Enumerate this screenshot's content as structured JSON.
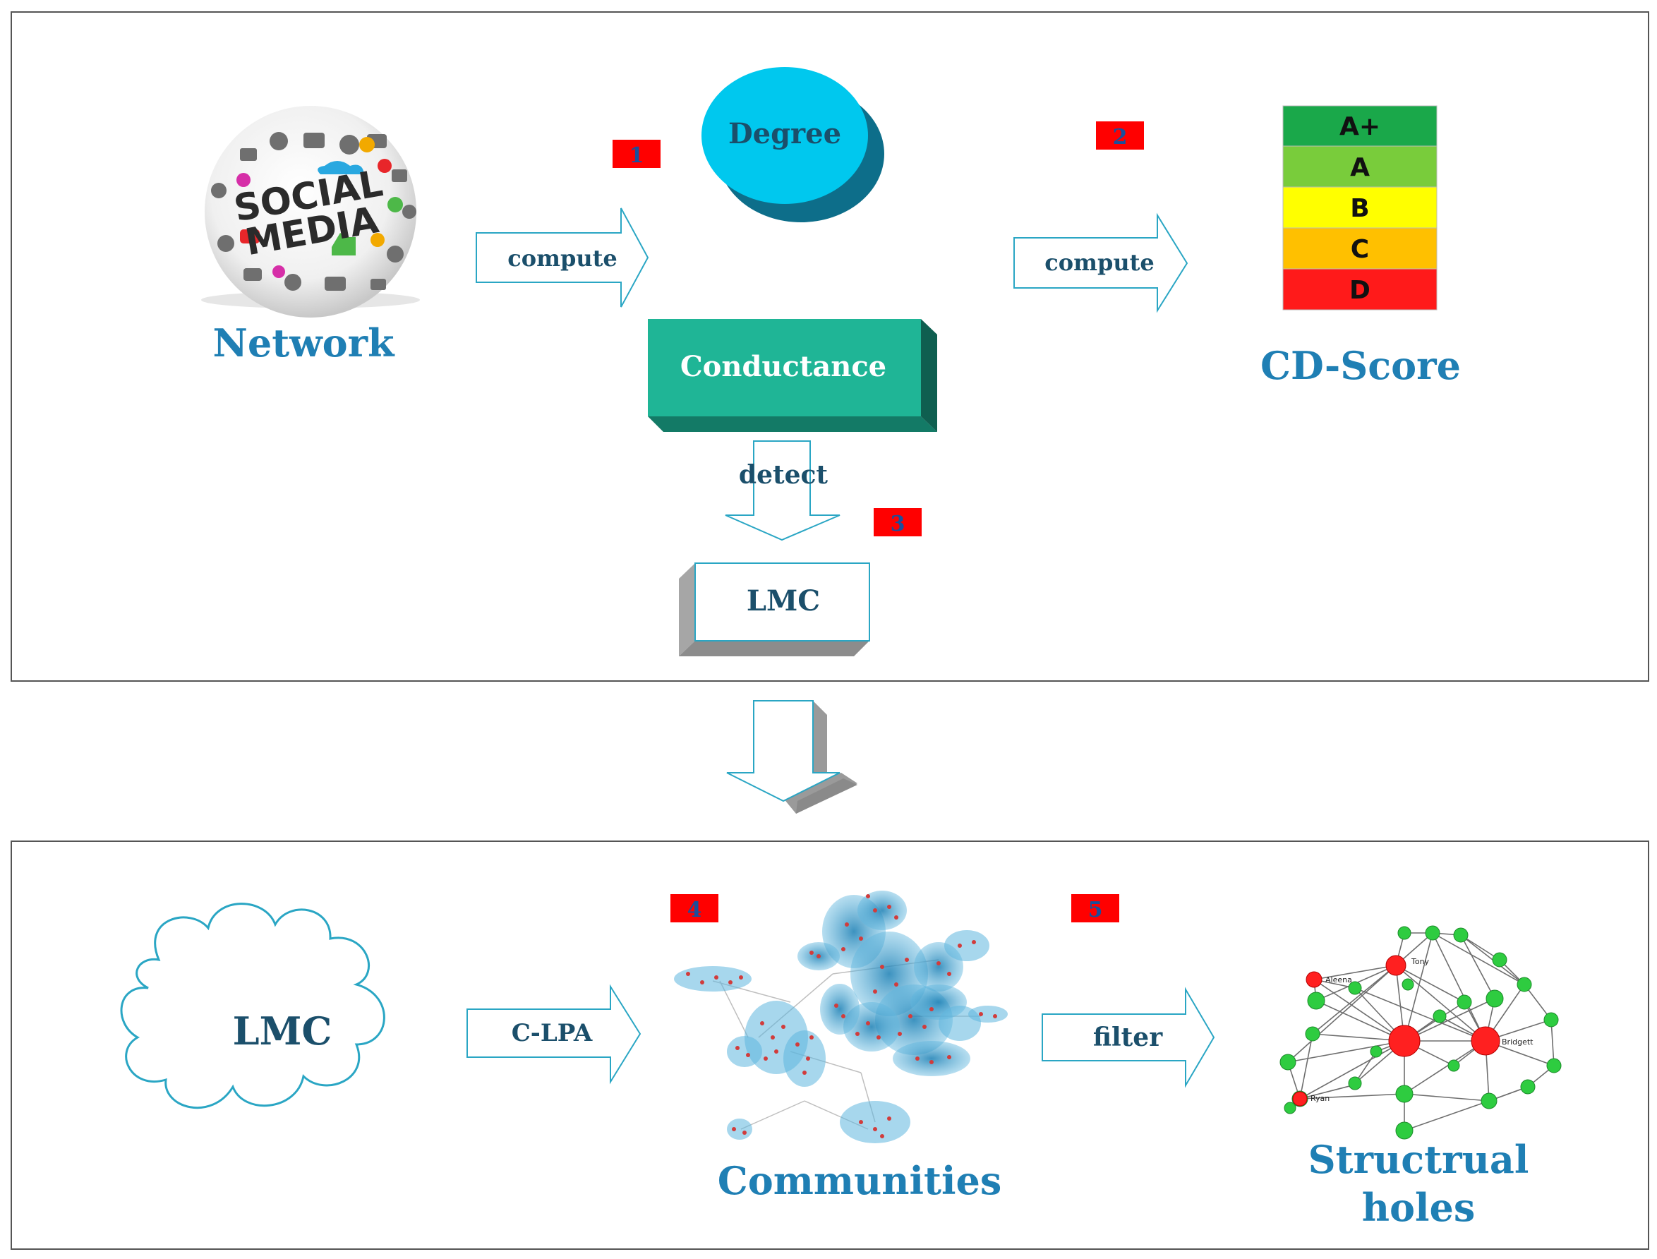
{
  "colors": {
    "panel_border": "#555555",
    "arrow_outline": "#2aa6c4",
    "label_blue": "#1f7fb4",
    "dark_teal_text": "#1b4f6b",
    "degree_fill": "#00c8ee",
    "degree_shadow": "#0d6e8a",
    "conductance_fill": "#1fb596",
    "conductance_side": "#137a66",
    "badge_red": "#ff0000",
    "badge_text": "#1a4f9c",
    "grade_a_plus": "#1aa84a",
    "grade_a": "#79cc3b",
    "grade_b": "#ffff00",
    "grade_c": "#ffc000",
    "grade_d": "#ff1a1a"
  },
  "icons": {
    "network": "social-media-globe-icon",
    "lmc_cloud": "cloud-icon",
    "communities": "community-graph-icon",
    "structural_holes": "network-graph-icon"
  },
  "top_panel": {
    "network_label": "Network",
    "globe_text_1": "SOCIAL",
    "globe_text_2": "MEDIA",
    "compute_label_1": "compute",
    "compute_label_2": "compute",
    "degree_label": "Degree",
    "conductance_label": "Conductance",
    "detect_label": "detect",
    "lmc_label": "LMC",
    "cd_score_label": "CD-Score",
    "grades": [
      "A+",
      "A",
      "B",
      "C",
      "D"
    ],
    "badges": [
      "1",
      "2",
      "3"
    ]
  },
  "bottom_panel": {
    "lmc_label": "LMC",
    "clpa_label": "C-LPA",
    "filter_label": "filter",
    "communities_label": "Communities",
    "structural_label_1": "Structrual",
    "structural_label_2": "holes",
    "badges": [
      "4",
      "5"
    ],
    "node_names": [
      "Tony",
      "Aleena",
      "Bridgett",
      "Ryan"
    ]
  }
}
